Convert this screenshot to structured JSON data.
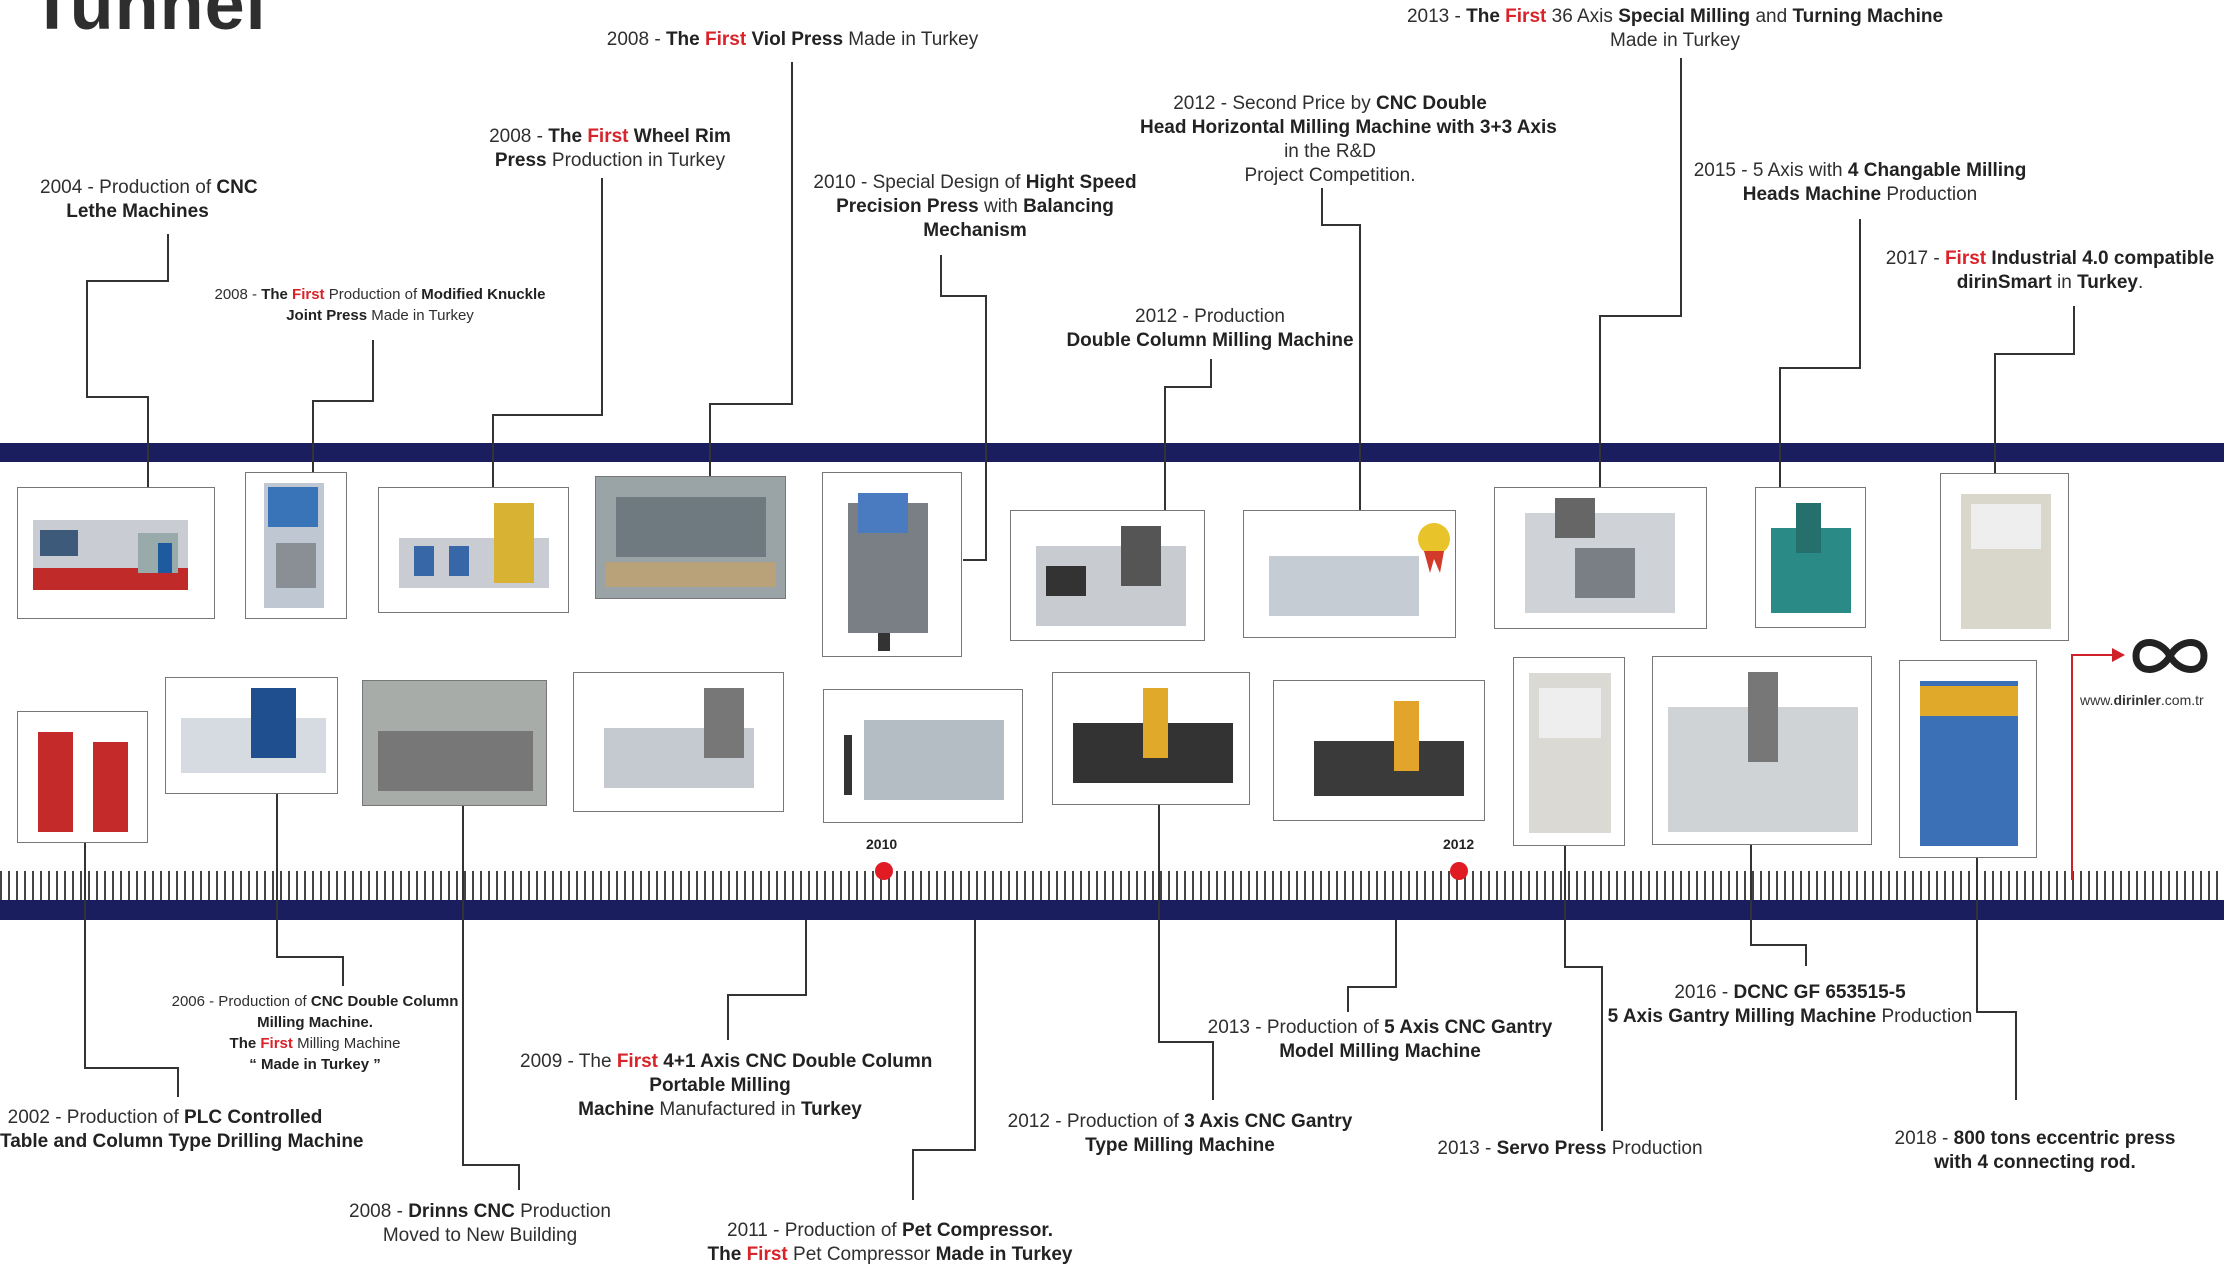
{
  "title": "Tunnel",
  "year_markers": [
    "2010",
    "2012"
  ],
  "website": {
    "prefix": "www.",
    "brand": "dirinler",
    "suffix": ".com.tr"
  },
  "logo_icon": "infinity-logo-icon",
  "colors": {
    "band": "#1b1e5e",
    "accent": "#d8232a",
    "text": "#2f2f2f"
  },
  "events": [
    {
      "id": "t2004",
      "year": "2004",
      "lines": [
        [
          [
            "2004 - Production of ",
            ""
          ],
          [
            "CNC",
            "b"
          ]
        ],
        [
          [
            "Lethe Machines",
            "b"
          ]
        ]
      ]
    },
    {
      "id": "t2008a",
      "year": "2008",
      "lines": [
        [
          [
            "2008 - ",
            ""
          ],
          [
            "The ",
            "b"
          ],
          [
            "First",
            "r"
          ],
          [
            " Production of ",
            ""
          ],
          [
            "Modified Knuckle",
            "b"
          ]
        ],
        [
          [
            "Joint Press",
            "b"
          ],
          [
            " Made in Turkey",
            ""
          ]
        ]
      ]
    },
    {
      "id": "t2008b",
      "year": "2008",
      "lines": [
        [
          [
            "2008 - ",
            ""
          ],
          [
            "The ",
            "b"
          ],
          [
            "First",
            "r"
          ],
          [
            " Wheel Rim",
            "b"
          ]
        ],
        [
          [
            "Press",
            "b"
          ],
          [
            " Production in Turkey",
            ""
          ]
        ]
      ]
    },
    {
      "id": "t2008c",
      "year": "2008",
      "lines": [
        [
          [
            "2008 - ",
            ""
          ],
          [
            "The ",
            "b"
          ],
          [
            "First",
            "r"
          ],
          [
            " Viol Press",
            "b"
          ],
          [
            " Made in Turkey",
            ""
          ]
        ]
      ]
    },
    {
      "id": "t2010",
      "year": "2010",
      "lines": [
        [
          [
            "2010 - Special Design of ",
            ""
          ],
          [
            "Hight Speed",
            "b"
          ]
        ],
        [
          [
            "Precision Press",
            "b"
          ],
          [
            " with ",
            ""
          ],
          [
            "Balancing",
            "b"
          ]
        ],
        [
          [
            "Mechanism",
            "b"
          ]
        ]
      ]
    },
    {
      "id": "t2012a",
      "year": "2012",
      "lines": [
        [
          [
            "2012 - Production",
            ""
          ]
        ],
        [
          [
            "Double Column Milling Machine",
            "b"
          ]
        ]
      ]
    },
    {
      "id": "t2012b",
      "year": "2012",
      "lines": [
        [
          [
            "2012 - Second Price by ",
            ""
          ],
          [
            "CNC Double",
            "b"
          ]
        ],
        [
          [
            "Head Horizontal Milling Machine with 3+3 Axis",
            "b"
          ]
        ],
        [
          [
            "in the R&D",
            ""
          ]
        ],
        [
          [
            "Project Competition.",
            ""
          ]
        ]
      ]
    },
    {
      "id": "t2013a",
      "year": "2013",
      "lines": [
        [
          [
            "2013 - ",
            ""
          ],
          [
            "The ",
            "b"
          ],
          [
            "First",
            "r"
          ],
          [
            " 36 Axis ",
            ""
          ],
          [
            "Special Milling",
            "b"
          ],
          [
            " and ",
            ""
          ],
          [
            "Turning Machine",
            "b"
          ]
        ],
        [
          [
            "Made in Turkey",
            ""
          ]
        ]
      ]
    },
    {
      "id": "t2015",
      "year": "2015",
      "lines": [
        [
          [
            "2015 - 5 Axis with ",
            ""
          ],
          [
            "4 Changable Milling",
            "b"
          ]
        ],
        [
          [
            "Heads Machine",
            "b"
          ],
          [
            " Production",
            ""
          ]
        ]
      ]
    },
    {
      "id": "t2017",
      "year": "2017",
      "lines": [
        [
          [
            "2017 - ",
            ""
          ],
          [
            "First",
            "r"
          ],
          [
            " Industrial 4.0 compatible",
            "b"
          ]
        ],
        [
          [
            "dirinSmart",
            "b"
          ],
          [
            " in ",
            ""
          ],
          [
            "Turkey",
            "b"
          ],
          [
            ".",
            ""
          ]
        ]
      ]
    },
    {
      "id": "b2002",
      "year": "2002",
      "lines": [
        [
          [
            "2002 -  Production of ",
            ""
          ],
          [
            "PLC Controlled",
            "b"
          ]
        ],
        [
          [
            "Table and Column Type Drilling Machine",
            "b"
          ]
        ]
      ]
    },
    {
      "id": "b2006",
      "year": "2006",
      "lines": [
        [
          [
            "2006 - Production of ",
            ""
          ],
          [
            "CNC Double Column",
            "b"
          ]
        ],
        [
          [
            "Milling Machine.",
            "b"
          ]
        ],
        [
          [
            "The ",
            "b"
          ],
          [
            "First",
            "r"
          ],
          [
            " Milling Machine",
            ""
          ]
        ],
        [
          [
            "“ Made in Turkey ”",
            "b"
          ]
        ]
      ]
    },
    {
      "id": "b2008",
      "year": "2008",
      "lines": [
        [
          [
            "2008 - ",
            ""
          ],
          [
            "Drinns CNC",
            "b"
          ],
          [
            " Production",
            ""
          ]
        ],
        [
          [
            "Moved to New Building",
            ""
          ]
        ]
      ]
    },
    {
      "id": "b2009",
      "year": "2009",
      "lines": [
        [
          [
            "2009 - The ",
            ""
          ],
          [
            "First",
            "r"
          ],
          [
            " 4+1 Axis CNC Double Column",
            "b"
          ]
        ],
        [
          [
            "Portable Milling",
            "b"
          ]
        ],
        [
          [
            "Machine",
            "b"
          ],
          [
            " Manufactured in ",
            ""
          ],
          [
            "Turkey",
            "b"
          ]
        ]
      ]
    },
    {
      "id": "b2011",
      "year": "2011",
      "lines": [
        [
          [
            "2011 - Production of ",
            ""
          ],
          [
            "Pet Compressor.",
            "b"
          ]
        ],
        [
          [
            "The ",
            "b"
          ],
          [
            "First",
            "r"
          ],
          [
            " Pet Compressor ",
            ""
          ],
          [
            "Made in Turkey",
            "b"
          ]
        ]
      ]
    },
    {
      "id": "b2012a",
      "year": "2012",
      "lines": [
        [
          [
            "2012 - Production of ",
            ""
          ],
          [
            "3 Axis CNC Gantry",
            "b"
          ]
        ],
        [
          [
            "Type Milling Machine",
            "b"
          ]
        ]
      ]
    },
    {
      "id": "b2013a",
      "year": "2013",
      "lines": [
        [
          [
            "2013 - Production of ",
            ""
          ],
          [
            "5 Axis CNC Gantry",
            "b"
          ]
        ],
        [
          [
            "Model Milling Machine",
            "b"
          ]
        ]
      ]
    },
    {
      "id": "b2013b",
      "year": "2013",
      "lines": [
        [
          [
            "2013 - ",
            ""
          ],
          [
            "Servo Press",
            "b"
          ],
          [
            " Production",
            ""
          ]
        ]
      ]
    },
    {
      "id": "b2016",
      "year": "2016",
      "lines": [
        [
          [
            "2016 - ",
            ""
          ],
          [
            "DCNC GF 653515-5",
            "b"
          ]
        ],
        [
          [
            "5 Axis Gantry Milling Machine",
            "b"
          ],
          [
            " Production",
            ""
          ]
        ]
      ]
    },
    {
      "id": "b2018",
      "year": "2018",
      "lines": [
        [
          [
            "2018 - ",
            ""
          ],
          [
            "800 tons eccentric press",
            "b"
          ]
        ],
        [
          [
            "with 4 connecting rod.",
            "b"
          ]
        ]
      ]
    }
  ]
}
